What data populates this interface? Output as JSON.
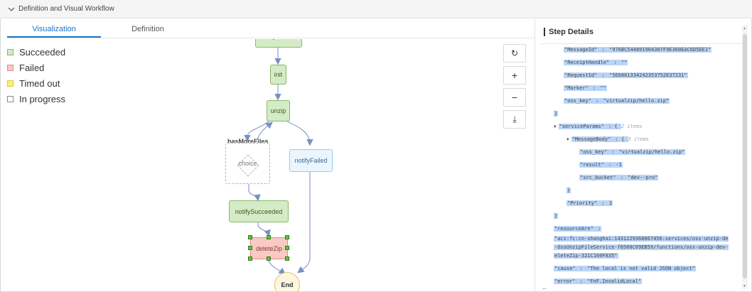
{
  "panel": {
    "title": "Definition and Visual Workflow"
  },
  "tabs": [
    {
      "label": "Visualization",
      "active": true
    },
    {
      "label": "Definition",
      "active": false
    }
  ],
  "legend": [
    {
      "label": "Succeeded",
      "color": "#d4ebc6"
    },
    {
      "label": "Failed",
      "color": "#f9c9c4"
    },
    {
      "label": "Timed out",
      "color": "#fbf36a"
    },
    {
      "label": "In progress",
      "color": "#ffffff"
    }
  ],
  "flow": {
    "top_node": "notifyStarted",
    "init": "init",
    "unzip": "unzip",
    "branch_label": "hasMoreFiles",
    "choice": "choice",
    "notify_failed": "notifyFailed",
    "notify_succeeded": "notifySucceeded",
    "delete_zip": "deleteZip",
    "end": "End"
  },
  "toolbar": {
    "refresh": "↻",
    "zoom_in": "+",
    "zoom_out": "−",
    "download": "⤓"
  },
  "details": {
    "title": "Step Details",
    "lines": [
      {
        "key": "\"MessageId\"",
        "sep": " : ",
        "val": "\"976BC544891904307F9E360EAC6D5EE1\""
      },
      {
        "key": "\"ReceiptHandle\"",
        "sep": " : ",
        "val": "\"\""
      },
      {
        "key": "\"RequestId\"",
        "sep": " : ",
        "val": "\"5E6861334242353752E37231\""
      },
      {
        "key": "\"Marker\"",
        "sep": " : ",
        "val": "\"\""
      },
      {
        "key": "\"oss_key\"",
        "sep": " : ",
        "val": "\"virtualzip/hello.zip\""
      },
      {
        "key": "}",
        "sep": "",
        "val": ""
      },
      {
        "key": "\"serviceParams\"",
        "sep": " : { ",
        "val": "",
        "note": "2 items"
      },
      {
        "key": "\"MessageBody\"",
        "sep": " : { ",
        "val": "",
        "note": "3 items"
      },
      {
        "key": "\"oss_key\"",
        "sep": " : ",
        "val": "\"virtualzip/hello.zip\""
      },
      {
        "key": "\"result\"",
        "sep": " : ",
        "val": "-1"
      },
      {
        "key": "\"src_bucket\"",
        "sep": " : ",
        "val": "\"dev--pro\""
      },
      {
        "key": "}",
        "sep": "",
        "val": ""
      },
      {
        "key": "\"Priority\"",
        "sep": " : ",
        "val": "1"
      },
      {
        "key": "}",
        "sep": "",
        "val": ""
      },
      {
        "key": "\"resourceArn\"",
        "sep": " :",
        "val": ""
      },
      {
        "key": "\"acs:fc:cn-shanghai:1431229368867456:services/oss-unzip-de",
        "sep": "",
        "val": ""
      },
      {
        "key": "-OssUnzipFileService-f6560C09EB59/functions/oss-unzip-dev-",
        "sep": "",
        "val": ""
      },
      {
        "key": "eleteZip-321C160F835\"",
        "sep": "",
        "val": ""
      },
      {
        "key": "\"cause\"",
        "sep": " : ",
        "val": "\"The local is not valid JSON object\""
      },
      {
        "key": "\"error\"",
        "sep": " : ",
        "val": "\"FnF.InvalidLocal\""
      },
      {
        "key": "}",
        "sep": "",
        "val": ""
      }
    ]
  }
}
